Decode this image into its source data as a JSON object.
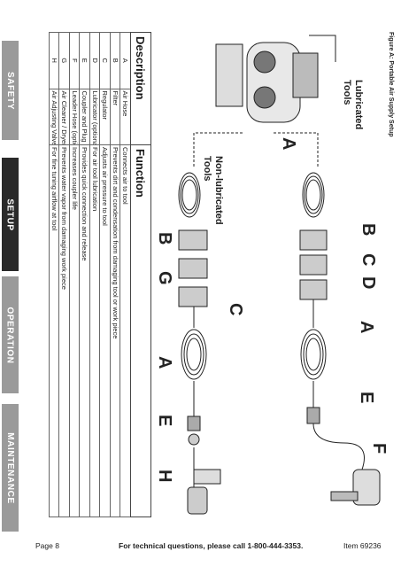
{
  "tabs": [
    "SAFETY",
    "SETUP",
    "OPERATION",
    "MAINTENANCE"
  ],
  "active_tab": "SETUP",
  "figure_caption": "Figure A:  Portable Air Supply Setup",
  "labels": {
    "lubricated": [
      "Lubricated",
      "Tools"
    ],
    "non_lubricated": [
      "Non-lubricated",
      "Tools"
    ],
    "letters": [
      "A",
      "B",
      "C",
      "D",
      "A",
      "E",
      "F",
      "B",
      "G",
      "C",
      "A",
      "E",
      "H"
    ]
  },
  "table": {
    "headers": [
      "Description",
      "Function"
    ],
    "rows": [
      {
        "key": "A",
        "description": "Air Hose",
        "function": "Connects air to tool"
      },
      {
        "key": "B",
        "description": "Filter",
        "function": "Prevents dirt and condensation from damaging tool or work piece"
      },
      {
        "key": "C",
        "description": "Regulator",
        "function": "Adjusts air pressure to tool"
      },
      {
        "key": "D",
        "description": "Lubricator (optional)",
        "function": "For air tool lubrication"
      },
      {
        "key": "E",
        "description": "Coupler and Plug",
        "function": "Provides quick connection and release"
      },
      {
        "key": "F",
        "description": "Leader Hose (optional)",
        "function": "Increases coupler life"
      },
      {
        "key": "G",
        "description": "Air Cleaner / Dryer (optional)",
        "function": "Prevents water vapor from damaging work piece"
      },
      {
        "key": "H",
        "description": "Air Adjusting Valve (optional)",
        "function": "For fine tuning airflow at tool"
      }
    ]
  },
  "footer": {
    "page": "Page 8",
    "help": "For technical questions, please call 1-800-444-3353.",
    "item": "Item 69236"
  }
}
